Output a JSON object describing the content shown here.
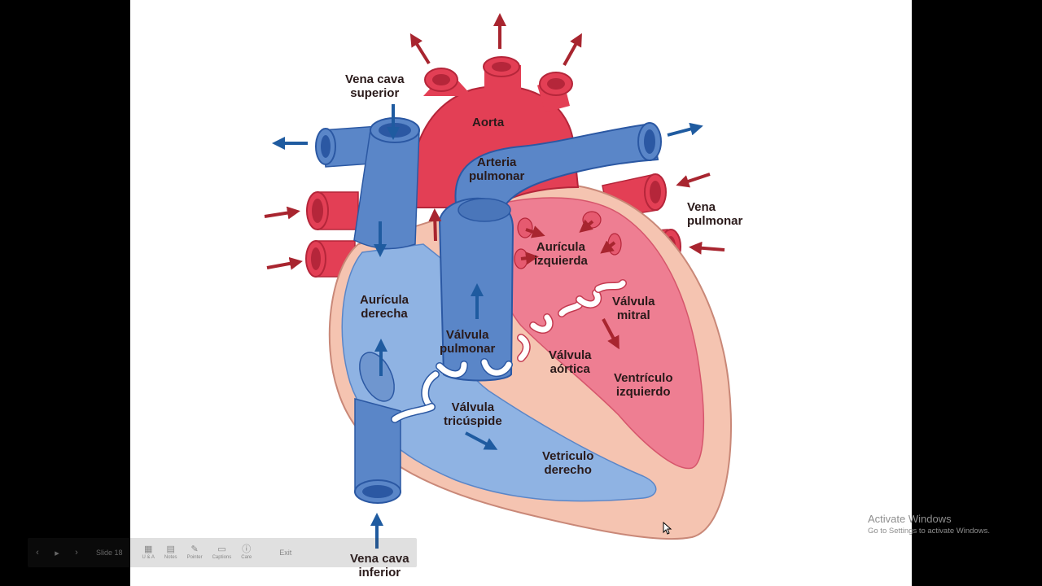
{
  "labels": {
    "vena_cava_superior": [
      "Vena cava",
      "superior"
    ],
    "aorta": "Aorta",
    "arteria_pulmonar": [
      "Arteria",
      "pulmonar"
    ],
    "vena_pulmonar": [
      "Vena",
      "pulmonar"
    ],
    "auricula_izquierda": [
      "Aurícula",
      "izquierda"
    ],
    "auricula_derecha": [
      "Aurícula",
      "derecha"
    ],
    "valvula_mitral": [
      "Válvula",
      "mitral"
    ],
    "valvula_pulmonar": [
      "Válvula",
      "pulmonar"
    ],
    "valvula_aortica": [
      "Válvula",
      "aórtica"
    ],
    "ventriculo_izquierdo": [
      "Ventrículo",
      "izquierdo"
    ],
    "valvula_tricuspide": [
      "Válvula",
      "tricúspide"
    ],
    "ventriculo_derecho": [
      "Vetriculo",
      "derecho"
    ],
    "vena_cava_inferior": [
      "Vena cava",
      "inferior"
    ]
  },
  "toolbar": {
    "prev_icon": "chevron-left-icon",
    "play_icon": "play-icon",
    "next_icon": "chevron-right-icon",
    "slide_label": "Slide 18",
    "buttons": [
      {
        "icon": "grid-icon",
        "label": "U & A"
      },
      {
        "icon": "notes-icon",
        "label": "Notes"
      },
      {
        "icon": "pointer-icon",
        "label": "Pointer"
      },
      {
        "icon": "captions-icon",
        "label": "Captions"
      },
      {
        "icon": "info-icon",
        "label": "Care"
      }
    ],
    "exit_label": "Exit"
  },
  "watermark": {
    "title": "Activate Windows",
    "subtitle": "Go to Settings to activate Windows."
  },
  "colors": {
    "background": "#000000",
    "slide": "#ffffff",
    "blue_vessel": "#5a86c8",
    "blue_dark": "#2b58a3",
    "red_vessel": "#e33f55",
    "red_dark": "#b5263a",
    "muscle": "#f5c4b1",
    "right_chamber": "#8fb3e3",
    "left_chamber": "#ee7e92",
    "arrow_blue": "#1f5ba0",
    "arrow_red": "#a8252f"
  }
}
